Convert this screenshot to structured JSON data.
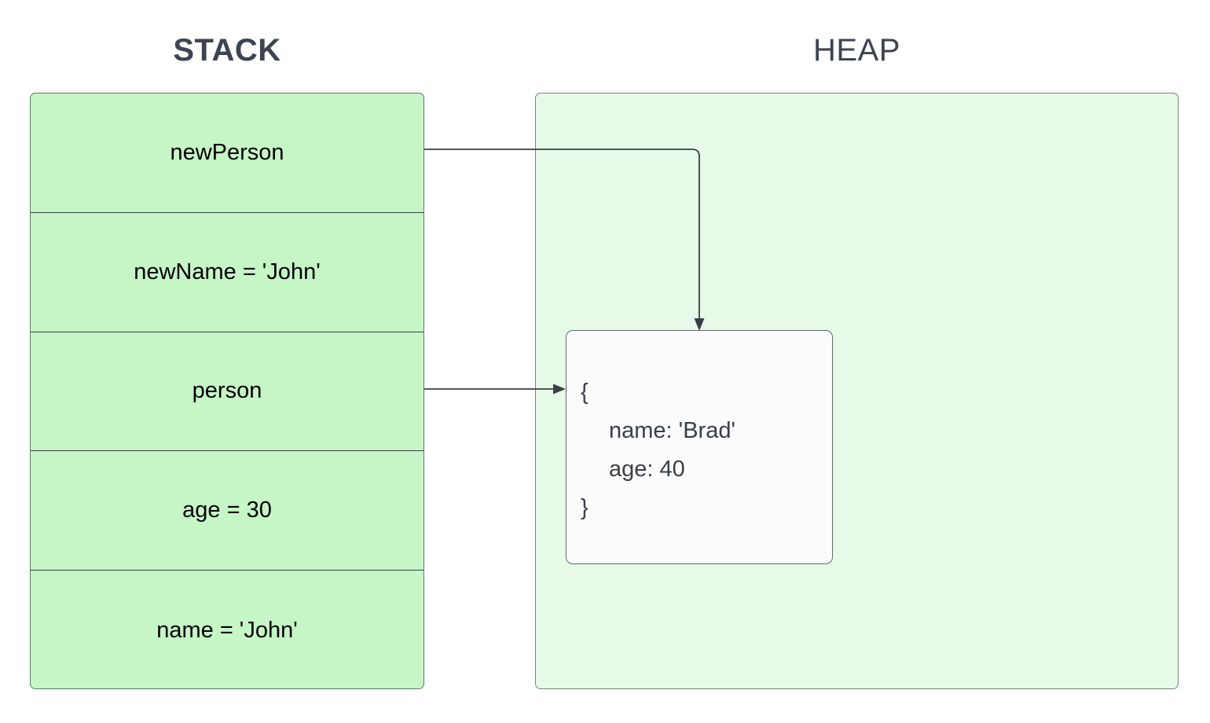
{
  "diagram": {
    "stack": {
      "title": "STACK",
      "cells": [
        {
          "label": "newPerson"
        },
        {
          "label": "newName = 'John'"
        },
        {
          "label": "person"
        },
        {
          "label": "age = 30"
        },
        {
          "label": "name = 'John'"
        }
      ]
    },
    "heap": {
      "title": "HEAP",
      "object": {
        "open_brace": "{",
        "property_name": "name: 'Brad'",
        "property_age": "age: 40",
        "close_brace": "}"
      }
    },
    "connectors": [
      {
        "from": "newPerson",
        "to": "heap-object-top"
      },
      {
        "from": "person",
        "to": "heap-object-left"
      }
    ]
  },
  "colors": {
    "stack_fill": "#c6f5c6",
    "heap_fill": "#e7f9e7",
    "object_fill": "#fbfbfb",
    "stack_border": "#5f7a66",
    "heap_border": "#6e8c74",
    "divider": "#3a3f47",
    "title_text": "#3d4451",
    "stack_text": "#000000",
    "object_text": "#3a3f47",
    "connector": "#3a3f47",
    "page_background": "#ffffff"
  }
}
